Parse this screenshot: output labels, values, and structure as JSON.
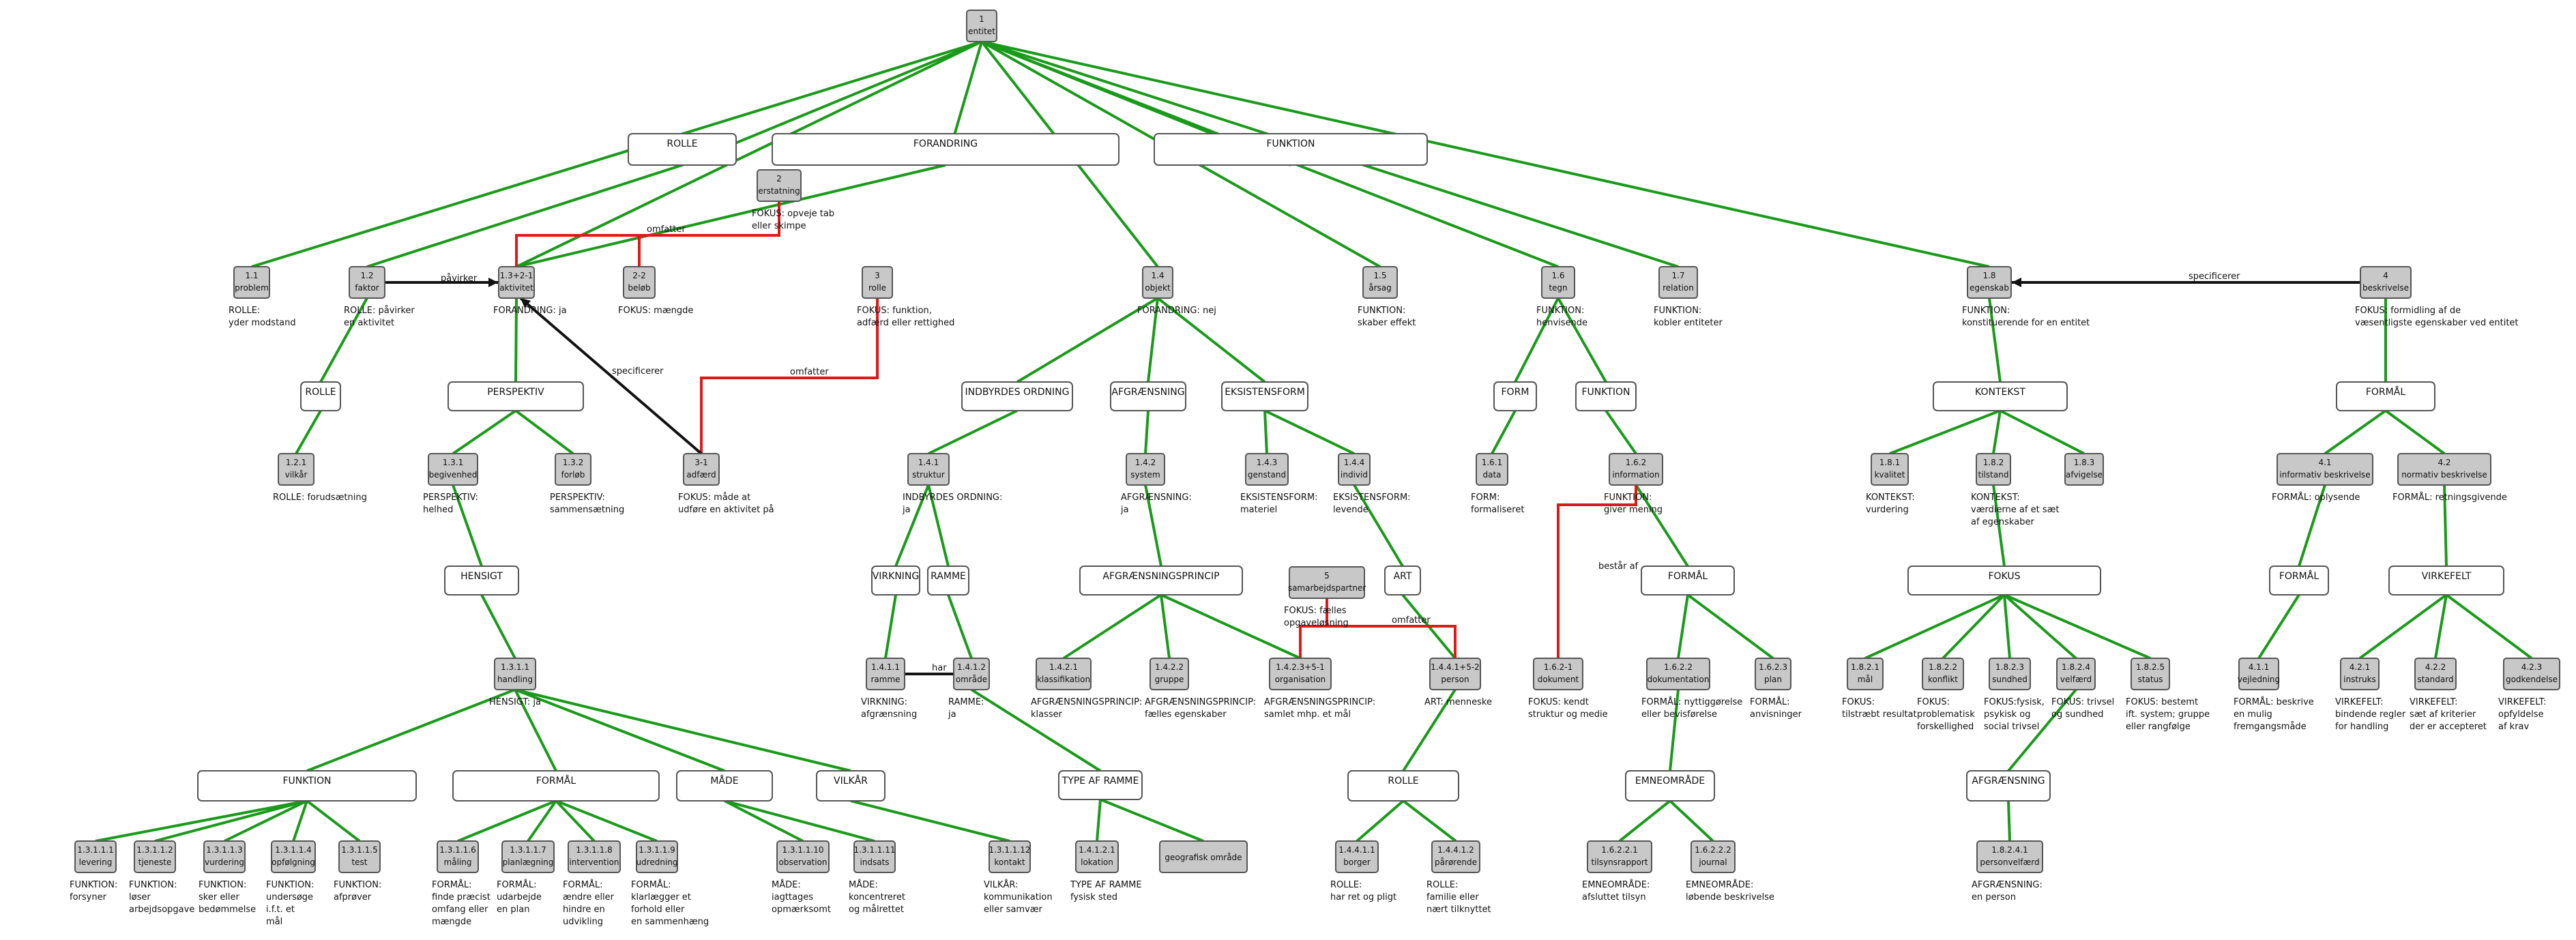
{
  "colors": {
    "hierarchy": "#1a9a1a",
    "reference": "#e01818",
    "relation": "#111111",
    "concept_box": "#c8c8c8",
    "category_box": "#ffffff"
  },
  "concepts": {
    "entitet": {
      "num": "1",
      "term": "entitet"
    },
    "problem": {
      "num": "1.1",
      "term": "problem",
      "desc": [
        "ROLLE:",
        "yder modstand"
      ]
    },
    "faktor": {
      "num": "1.2",
      "term": "faktor",
      "desc": [
        "ROLLE: påvirker",
        "en aktivitet"
      ]
    },
    "vilkar": {
      "num": "1.2.1",
      "term": "vilkår",
      "desc": [
        "ROLLE: forudsætning"
      ]
    },
    "aktivitet": {
      "num": "1.3+2-1",
      "term": "aktivitet",
      "desc": [
        "FORANDRING: ja"
      ]
    },
    "begivenhed": {
      "num": "1.3.1",
      "term": "begivenhed",
      "desc": [
        "PERSPEKTIV:",
        "helhed"
      ]
    },
    "forlob": {
      "num": "1.3.2",
      "term": "forløb",
      "desc": [
        "PERSPEKTIV:",
        "sammensætning"
      ]
    },
    "handling": {
      "num": "1.3.1.1",
      "term": "handling",
      "desc": [
        "HENSIGT: ja"
      ]
    },
    "levering": {
      "num": "1.3.1.1.1",
      "term": "levering",
      "desc": [
        "FUNKTION:",
        "forsyner"
      ]
    },
    "tjeneste": {
      "num": "1.3.1.1.2",
      "term": "tjeneste",
      "desc": [
        "FUNKTION:",
        "løser",
        "arbejdsopgave"
      ]
    },
    "vurdering": {
      "num": "1.3.1.1.3",
      "term": "vurdering",
      "desc": [
        "FUNKTION:",
        "sker eller",
        "bedømmelse"
      ]
    },
    "opfolgning": {
      "num": "1.3.1.1.4",
      "term": "opfølgning",
      "desc": [
        "FUNKTION:",
        "undersøge",
        "i.f.t. et",
        "mål"
      ]
    },
    "test": {
      "num": "1.3.1.1.5",
      "term": "test",
      "desc": [
        "FUNKTION:",
        "afprøver"
      ]
    },
    "maling": {
      "num": "1.3.1.1.6",
      "term": "måling",
      "desc": [
        "FORMÅL:",
        "finde præcist",
        "omfang eller",
        "mængde"
      ]
    },
    "planlaegning": {
      "num": "1.3.1.1.7",
      "term": "planlægning",
      "desc": [
        "FORMÅL:",
        "udarbejde",
        "en plan"
      ]
    },
    "intervention": {
      "num": "1.3.1.1.8",
      "term": "intervention",
      "desc": [
        "FORMÅL:",
        "ændre eller",
        "hindre en",
        "udvikling"
      ]
    },
    "udredning": {
      "num": "1.3.1.1.9",
      "term": "udredning",
      "desc": [
        "FORMÅL:",
        "klarlægger et",
        "forhold eller",
        "en sammenhæng"
      ]
    },
    "observation": {
      "num": "1.3.1.1.10",
      "term": "observation",
      "desc": [
        "MÅDE:",
        "iagttages",
        "opmærksomt"
      ]
    },
    "indsats": {
      "num": "1.3.1.1.11",
      "term": "indsats",
      "desc": [
        "MÅDE:",
        "koncentreret",
        "og målrettet"
      ]
    },
    "kontakt": {
      "num": "1.3.1.1.12",
      "term": "kontakt",
      "desc": [
        "VILKÅR:",
        "kommunikation",
        "eller samvær"
      ]
    },
    "belob": {
      "num": "2-2",
      "term": "beløb",
      "desc": [
        "FOKUS: mængde"
      ]
    },
    "erstatning": {
      "num": "2",
      "term": "erstatning",
      "desc": [
        "FOKUS: opveje tab",
        "eller skimpe"
      ]
    },
    "rolle": {
      "num": "3",
      "term": "rolle",
      "desc": [
        "FOKUS: funktion,",
        "adfærd eller rettighed"
      ]
    },
    "adfaerd": {
      "num": "3-1",
      "term": "adfærd",
      "desc": [
        "FOKUS: måde at",
        "udføre en aktivitet på"
      ]
    },
    "objekt": {
      "num": "1.4",
      "term": "objekt",
      "desc": [
        "FORANDRING: nej"
      ]
    },
    "struktur": {
      "num": "1.4.1",
      "term": "struktur",
      "desc": [
        "INDBYRDES ORDNING:",
        "ja"
      ]
    },
    "ramme": {
      "num": "1.4.1.1",
      "term": "ramme",
      "desc": [
        "VIRKNING:",
        "afgrænsning"
      ]
    },
    "omrade": {
      "num": "1.4.1.2",
      "term": "område",
      "desc": [
        "RAMME:",
        "ja"
      ]
    },
    "lokation": {
      "num": "1.4.1.2.1",
      "term": "lokation",
      "desc": [
        "TYPE AF RAMME",
        "fysisk sted"
      ]
    },
    "geografisk": {
      "term": "geografisk område"
    },
    "system": {
      "num": "1.4.2",
      "term": "system",
      "desc": [
        "AFGRÆNSNING:",
        "ja"
      ]
    },
    "klassifikation": {
      "num": "1.4.2.1",
      "term": "klassifikation",
      "desc": [
        "AFGRÆNSNINGSPRINCIP:",
        "klasser"
      ]
    },
    "gruppe": {
      "num": "1.4.2.2",
      "term": "gruppe",
      "desc": [
        "AFGRÆNSNINGSPRINCIP:",
        "fælles egenskaber"
      ]
    },
    "organisation": {
      "num": "1.4.2.3+5-1",
      "term": "organisation",
      "desc": [
        "AFGRÆNSNINGSPRINCIP:",
        "samlet mhp. et mål"
      ]
    },
    "genstand": {
      "num": "1.4.3",
      "term": "genstand",
      "desc": [
        "EKSISTENSFORM:",
        "materiel"
      ]
    },
    "individ": {
      "num": "1.4.4",
      "term": "individ",
      "desc": [
        "EKSISTENSFORM:",
        "levende"
      ]
    },
    "samarbejdspartner": {
      "num": "5",
      "term": "samarbejdspartner",
      "desc": [
        "FOKUS: fælles",
        "opgaveløsning"
      ]
    },
    "person": {
      "num": "1.4.4.1+5-2",
      "term": "person",
      "desc": [
        "ART: menneske"
      ]
    },
    "borger": {
      "num": "1.4.4.1.1",
      "term": "borger",
      "desc": [
        "ROLLE:",
        "har ret og pligt"
      ]
    },
    "parorende": {
      "num": "1.4.4.1.2",
      "term": "pårørende",
      "desc": [
        "ROLLE:",
        "familie eller",
        "nært tilknyttet"
      ]
    },
    "arsag": {
      "num": "1.5",
      "term": "årsag",
      "desc": [
        "FUNKTION:",
        "skaber effekt"
      ]
    },
    "tegn": {
      "num": "1.6",
      "term": "tegn",
      "desc": [
        "FUNKTION:",
        "henvisende"
      ]
    },
    "data": {
      "num": "1.6.1",
      "term": "data",
      "desc": [
        "FORM:",
        "formaliseret"
      ]
    },
    "information": {
      "num": "1.6.2",
      "term": "information",
      "desc": [
        "FUNKTION:",
        "giver mening"
      ]
    },
    "dokument": {
      "num": "1.6.2-1",
      "term": "dokument",
      "desc": [
        "FOKUS: kendt",
        "struktur og medie"
      ]
    },
    "dokumentation": {
      "num": "1.6.2.2",
      "term": "dokumentation",
      "desc": [
        "FORMÅL: nyttiggørelse",
        "eller bevisførelse"
      ]
    },
    "plan": {
      "num": "1.6.2.3",
      "term": "plan",
      "desc": [
        "FORMÅL:",
        "anvisninger"
      ]
    },
    "tilsynsrapport": {
      "num": "1.6.2.2.1",
      "term": "tilsynsrapport",
      "desc": [
        "EMNEOMRÅDE:",
        "afsluttet tilsyn"
      ]
    },
    "journal": {
      "num": "1.6.2.2.2",
      "term": "journal",
      "desc": [
        "EMNEOMRÅDE:",
        "løbende beskrivelse"
      ]
    },
    "relation": {
      "num": "1.7",
      "term": "relation",
      "desc": [
        "FUNKTION:",
        "kobler entiteter"
      ]
    },
    "egenskab": {
      "num": "1.8",
      "term": "egenskab",
      "desc": [
        "FUNKTION:",
        "konstituerende for en entitet"
      ]
    },
    "kvalitet": {
      "num": "1.8.1",
      "term": "kvalitet",
      "desc": [
        "KONTEKST:",
        "vurdering"
      ]
    },
    "tilstand": {
      "num": "1.8.2",
      "term": "tilstand",
      "desc": [
        "KONTEKST:",
        "værdierne af et sæt",
        "af egenskaber"
      ]
    },
    "afvigelse": {
      "num": "1.8.3",
      "term": "afvigelse"
    },
    "mal": {
      "num": "1.8.2.1",
      "term": "mål",
      "desc": [
        "FOKUS:",
        "tilstræbt resultat"
      ]
    },
    "konflikt": {
      "num": "1.8.2.2",
      "term": "konflikt",
      "desc": [
        "FOKUS:",
        "problematisk",
        "forskellighed"
      ]
    },
    "sundhed": {
      "num": "1.8.2.3",
      "term": "sundhed",
      "desc": [
        "FOKUS:fysisk,",
        "psykisk og",
        "social trivsel"
      ]
    },
    "velfaerd": {
      "num": "1.8.2.4",
      "term": "velfærd",
      "desc": [
        "FOKUS: trivsel",
        "og sundhed"
      ]
    },
    "status": {
      "num": "1.8.2.5",
      "term": "status",
      "desc": [
        "FOKUS: bestemt",
        "ift. system; gruppe",
        "eller rangfølge"
      ]
    },
    "personvelfaerd": {
      "num": "1.8.2.4.1",
      "term": "personvelfærd",
      "desc": [
        "AFGRÆNSNING:",
        "en person"
      ]
    },
    "beskrivelse": {
      "num": "4",
      "term": "beskrivelse",
      "desc": [
        "FOKUS: formidling af de",
        "væsentligste egenskaber ved entitet"
      ]
    },
    "informativ": {
      "num": "4.1",
      "term": "informativ beskrivelse",
      "desc": [
        "FORMÅL: oplysende"
      ]
    },
    "normativ": {
      "num": "4.2",
      "term": "normativ beskrivelse",
      "desc": [
        "FORMÅL: retningsgivende"
      ]
    },
    "vejledning": {
      "num": "4.1.1",
      "term": "vejledning",
      "desc": [
        "FORMÅL: beskrive",
        "en mulig",
        "fremgangsmåde"
      ]
    },
    "instruks": {
      "num": "4.2.1",
      "term": "instruks",
      "desc": [
        "VIRKEFELT:",
        "bindende regler",
        "for handling"
      ]
    },
    "standard": {
      "num": "4.2.2",
      "term": "standard",
      "desc": [
        "VIRKEFELT:",
        "sæt af kriterier",
        "der er accepteret"
      ]
    },
    "godkendelse": {
      "num": "4.2.3",
      "term": "godkendelse",
      "desc": [
        "VIRKEFELT:",
        "opfyldelse",
        "af krav"
      ]
    }
  },
  "categories": {
    "rolle_top": "ROLLE",
    "forandring": "FORANDRING",
    "funktion_top": "FUNKTION",
    "rolle_12": "ROLLE",
    "perspektiv": "PERSPEKTIV",
    "hensigt": "HENSIGT",
    "funktion_h": "FUNKTION",
    "formal_h": "FORMÅL",
    "made": "MÅDE",
    "vilkar_h": "VILKÅR",
    "indbyrdes": "INDBYRDES ORDNING",
    "afgraensning": "AFGRÆNSNING",
    "eksistensform": "EKSISTENSFORM",
    "virkning": "VIRKNING",
    "ramme_cat": "RAMME",
    "type_ramme": "TYPE AF RAMME",
    "afgr_princip": "AFGRÆNSNINGSPRINCIP",
    "art": "ART",
    "rolle_person": "ROLLE",
    "form_cat": "FORM",
    "funktion_16": "FUNKTION",
    "formal_162": "FORMÅL",
    "emneomrade": "EMNEOMRÅDE",
    "kontekst": "KONTEKST",
    "fokus": "FOKUS",
    "afgr_velfaerd": "AFGRÆNSNING",
    "formal_4": "FORMÅL",
    "formal_41": "FORMÅL",
    "virkefelt": "VIRKEFELT"
  },
  "relations": {
    "pavirker": "påvirker",
    "omfatter_a": "omfatter",
    "omfatter_b": "omfatter",
    "omfatter_c": "omfatter",
    "specificerer_a": "specificerer",
    "specificerer_b": "specificerer",
    "har": "har",
    "bestar_af": "består af"
  }
}
